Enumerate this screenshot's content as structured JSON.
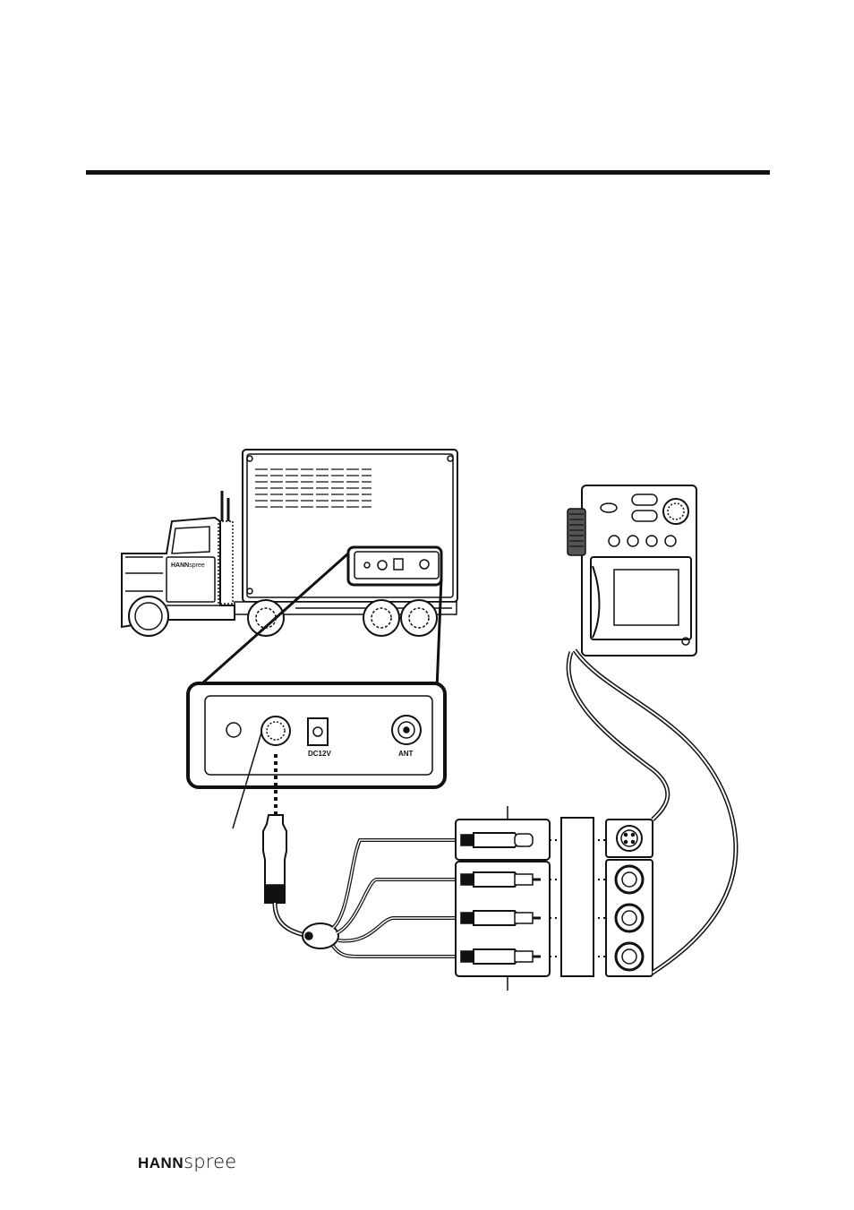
{
  "diagram": {
    "truck_brand_bold": "HANN",
    "truck_brand_light": "spree",
    "panel_label_dc": "DC12V",
    "panel_label_ant": "ANT"
  },
  "footer": {
    "brand_bold": "HANN",
    "brand_light": "spree"
  }
}
